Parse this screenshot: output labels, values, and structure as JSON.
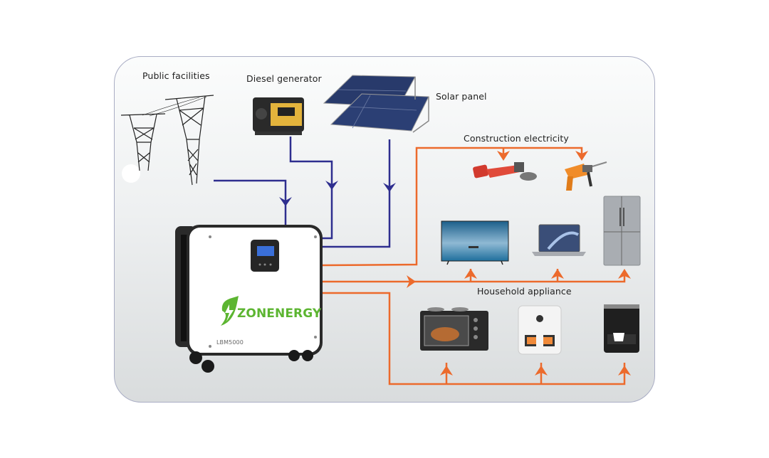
{
  "labels": {
    "public_facilities": "Public facilities",
    "diesel_generator": "Diesel generator",
    "solar_panel": "Solar panel",
    "construction_electricity": "Construction electricity",
    "household_appliance": "Household appliance"
  },
  "battery": {
    "brand": "ZONENERGY",
    "model": "LBM5000"
  },
  "colors": {
    "input_line": "#2e2e8f",
    "output_line": "#ec6a2c",
    "brand_green": "#5cb531"
  }
}
